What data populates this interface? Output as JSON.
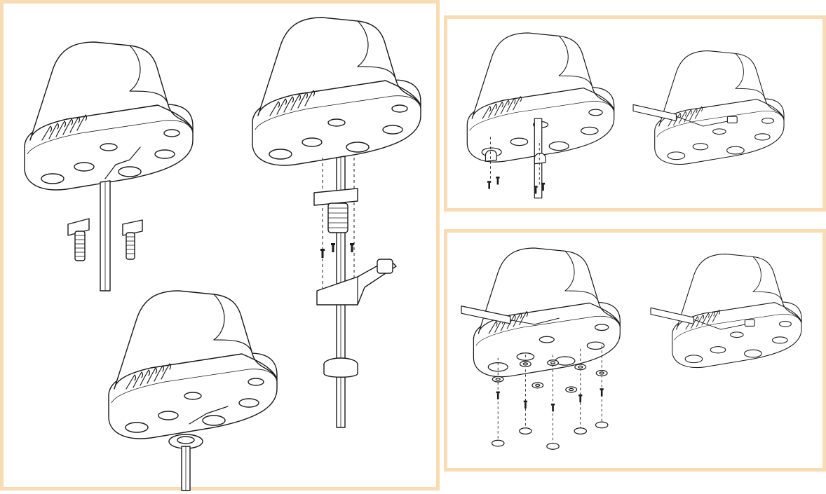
{
  "figure": {
    "panels": [
      {
        "id": "main",
        "steps": 3
      },
      {
        "id": "top-right",
        "steps": 2
      },
      {
        "id": "bottom-right",
        "steps": 2
      }
    ],
    "colors": {
      "panel_border": "#f9dcb4",
      "line_art": "#1a1a1a",
      "background": "#ffffff"
    },
    "icons": [
      "antenna-housing",
      "cable",
      "mounting-bracket",
      "screw",
      "nut",
      "washer",
      "adhesive-pad"
    ]
  }
}
